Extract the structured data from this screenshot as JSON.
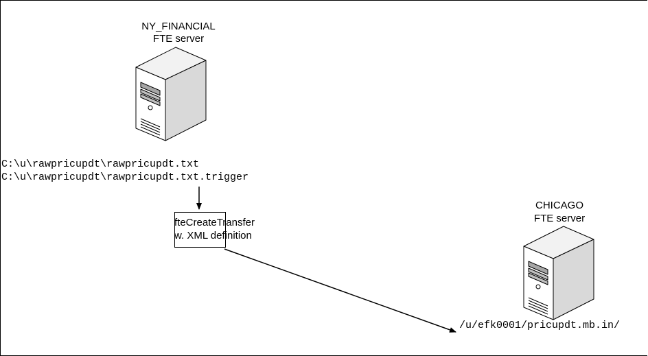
{
  "ny_server": {
    "name": "NY_FINANCIAL",
    "role": "FTE server",
    "icon": "server-tower-icon"
  },
  "chicago_server": {
    "name": "CHICAGO",
    "role": "FTE server",
    "icon": "server-tower-icon"
  },
  "source_files": {
    "file": "C:\\u\\rawpricupdt\\rawpricupdt.txt",
    "trigger": "C:\\u\\rawpricupdt\\rawpricupdt.txt.trigger"
  },
  "transfer_box": {
    "line1": "fteCreateTransfer",
    "line2": "w. XML definition"
  },
  "destination_path": "/u/efk0001/pricupdt.mb.in/",
  "colors": {
    "line": "#000000",
    "server_light": "#f2f2f2",
    "server_mid": "#d9d9d9",
    "server_dark": "#a6a6a6"
  }
}
